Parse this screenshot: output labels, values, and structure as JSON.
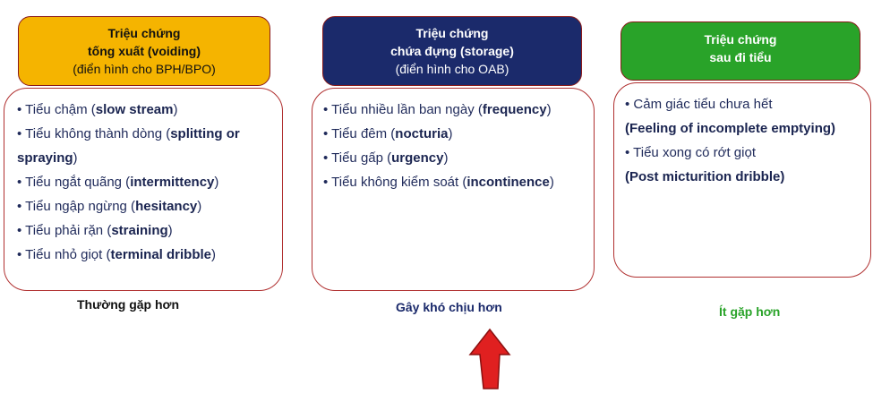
{
  "columns": [
    {
      "header_title": "Triệu chứng",
      "header_title2": "tống xuất (voiding)",
      "header_sub": "(điển hình cho BPH/BPO)",
      "items": [
        {
          "text": "• Tiểu chậm (",
          "bold": "slow stream",
          "tail": ")"
        },
        {
          "text": "• Tiểu không thành dòng (",
          "bold": "splitting or spraying",
          "tail": ")"
        },
        {
          "text": "• Tiểu ngắt quãng (",
          "bold": "intermittency",
          "tail": ")"
        },
        {
          "text": "• Tiểu ngập ngừng (",
          "bold": "hesitancy",
          "tail": ")"
        },
        {
          "text": "• Tiểu phải rặn (",
          "bold": "straining",
          "tail": ")"
        },
        {
          "text": "• Tiểu nhỏ giọt (",
          "bold": "terminal dribble",
          "tail": ")"
        }
      ],
      "caption": "Thường gặp hơn"
    },
    {
      "header_title": "Triệu chứng",
      "header_title2": "chứa đựng (storage)",
      "header_sub": "(điển hình cho OAB)",
      "items": [
        {
          "text": "• Tiểu nhiều lần ban ngày (",
          "bold": "frequency",
          "tail": ")"
        },
        {
          "text": "• Tiểu đêm (",
          "bold": "nocturia",
          "tail": ")"
        },
        {
          "text": "• Tiểu gấp (",
          "bold": "urgency",
          "tail": ")"
        },
        {
          "text": "• Tiểu không kiểm soát (",
          "bold": "incontinence",
          "tail": ")"
        }
      ],
      "caption": "Gây khó chịu hơn"
    },
    {
      "header_title": "Triệu chứng",
      "header_title2": "sau đi tiểu",
      "items": [
        {
          "text": "• Cảm giác tiểu chưa hết"
        },
        {
          "bold": "(Feeling of incomplete emptying)"
        },
        {
          "text": "• Tiểu xong có rớt giọt"
        },
        {
          "bold": "(Post micturition  dribble)"
        }
      ],
      "caption": "Ít gặp hơn"
    }
  ],
  "colors": {
    "voiding_header": "#f5b400",
    "storage_header": "#1b2a6b",
    "post_header": "#29a329",
    "box_border": "#b03030",
    "arrow": "#e02020"
  },
  "arrow_icon": "up-arrow-icon"
}
